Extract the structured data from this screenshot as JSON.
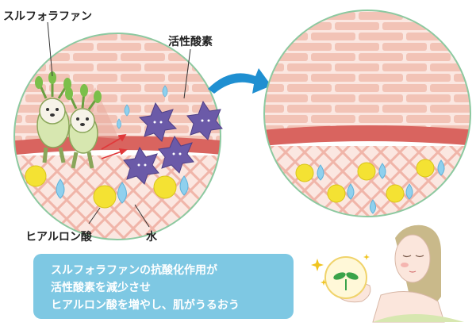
{
  "labels": {
    "sulforaphane": "スルフォラファン",
    "active_oxygen": "活性酸素",
    "hyaluronic_acid": "ヒアルロン酸",
    "water": "水"
  },
  "caption": {
    "line1": "スルフォラファンの抗酸化作用が",
    "line2": "活性酸素を減少させ",
    "line3": "ヒアルロン酸を増やし、肌がうるおう"
  },
  "colors": {
    "skin_light": "#f6d5cc",
    "skin_pink": "#f0b5a9",
    "brick": "#f2c3b6",
    "mortar": "#fbe7e1",
    "dermis_red": "#d9645f",
    "circle_border": "#8cc9a0",
    "arrow_blue": "#1f8fd1",
    "radical": "#6b5aa8",
    "hyaluronic": "#f4e233",
    "water": "#8fd0ee",
    "caption_bg": "#7ec8e3",
    "sprout": "#3aa34a"
  },
  "icons": {
    "arrow": "curved-arrow-icon",
    "sprout": "sprout-icon",
    "sparkle": "sparkle-icon"
  }
}
